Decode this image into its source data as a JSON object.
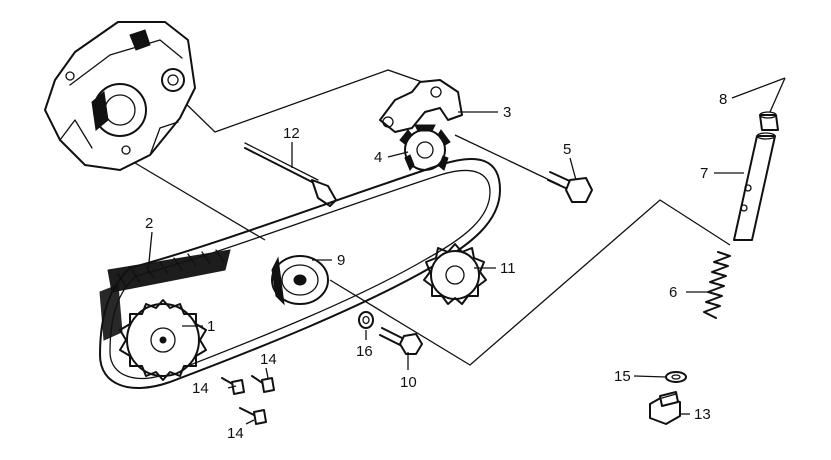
{
  "callouts": {
    "c1": "1",
    "c2": "2",
    "c3": "3",
    "c4": "4",
    "c5": "5",
    "c6": "6",
    "c7": "7",
    "c8": "8",
    "c9": "9",
    "c10": "10",
    "c11": "11",
    "c12": "12",
    "c13": "13",
    "c14a": "14",
    "c14b": "14",
    "c14c": "14",
    "c15": "15",
    "c16": "16"
  }
}
